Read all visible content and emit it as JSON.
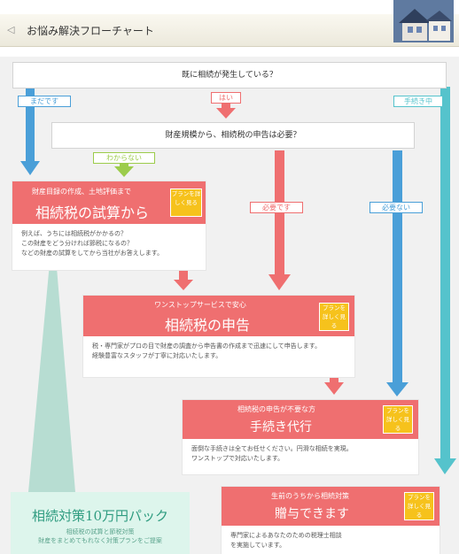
{
  "header": {
    "title": "お悩み解決フローチャート",
    "back_icon": "arrow-left-icon",
    "house_icon": "house-illustration"
  },
  "questions": {
    "q1": "既に相続が発生している？",
    "q2": "財産規模から、相続税の申告は必要？"
  },
  "branches": {
    "not_yet": "まだです",
    "yes": "はい",
    "in_progress": "手続き中",
    "unknown": "わからない",
    "needed": "必要です",
    "not_needed": "必要ない"
  },
  "cards": {
    "simulation": {
      "subtitle": "財産目録の作成、土地評価まで",
      "title": "相続税の試算から",
      "badge": "プランを詳しく見る",
      "body": [
        "例えば、うちには相続税がかかるの？",
        "この財産をどう分ければ節税になるの？",
        "などの財産の試算をしてから当社がお答えします。"
      ]
    },
    "filing": {
      "subtitle": "ワンストップサービスで安心",
      "title": "相続税の申告",
      "badge": "プランを詳しく見る",
      "body": [
        "税・専門家がプロの目で財産の調査から申告書の作成まで迅速にして申告します。",
        "経験豊富なスタッフが丁寧に対応いたします。"
      ]
    },
    "procedures": {
      "subtitle": "相続税の申告が不要な方",
      "title": "手続き代行",
      "badge": "プランを詳しく見る",
      "body": [
        "面倒な手続きは全てお任せください。円滑な相続を実現。",
        "ワンストップで対応いたします。"
      ]
    },
    "gift": {
      "subtitle": "生前のうちから相続対策",
      "title": "贈与できます",
      "badge": "プランを詳しく見る",
      "body": [
        "専門家によるあなたのための税理士相談",
        "を実施しています。"
      ]
    }
  },
  "pack": {
    "title": "相続対策10万円パック",
    "sub": [
      "相続税の試算と節税対策",
      "財産をまとめてもれなく対策プランをご提案"
    ]
  },
  "colors": {
    "red": "#ef6f70",
    "blue": "#4a9fd8",
    "teal": "#55c3cc",
    "green": "#9ccc4b",
    "yellow": "#f6c21c",
    "mint": "#ddf5ec"
  }
}
